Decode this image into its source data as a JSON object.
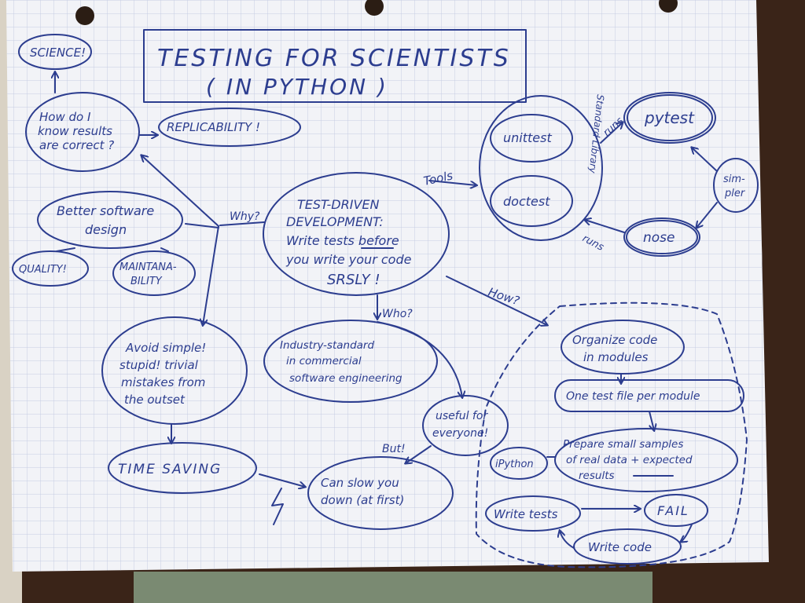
{
  "title": {
    "line1": "TESTING FOR SCIENTISTS",
    "line2": "( IN PYTHON )"
  },
  "nodes": {
    "tdd": [
      "TEST-DRIVEN",
      "DEVELOPMENT:",
      "Write tests before",
      "you write your code",
      "SRSLY !"
    ],
    "science": "SCIENCE!",
    "how_know": [
      "How do I",
      "know results",
      "are correct ?"
    ],
    "replicability": "REPLICABILITY !",
    "better_design": [
      "Better software",
      "design"
    ],
    "quality": "QUALITY!",
    "maintainability": [
      "MAINTANA-",
      "BILITY"
    ],
    "avoid": [
      "Avoid simple!",
      "stupid! trivial",
      "mistakes from",
      "the outset"
    ],
    "time_saving": "TIME SAVING",
    "slow_down": [
      "Can slow you",
      "down (at first)"
    ],
    "useful": [
      "useful for",
      "everyone!"
    ],
    "industry": [
      "Industry-standard",
      "in commercial",
      "software engineering"
    ],
    "unittest": "unittest",
    "doctest": "doctest",
    "pytest": "pytest",
    "nose": "nose",
    "simpler": [
      "sim-",
      "pler"
    ],
    "organize": [
      "Organize code",
      "in modules"
    ],
    "one_test": "One test file per module",
    "prepare": [
      "Prepare small samples",
      "of real data + expected",
      "results"
    ],
    "ipython": "iPython",
    "write_tests": "Write tests",
    "fail": "FAIL",
    "write_code": "Write code"
  },
  "labels": {
    "why": "Why?",
    "tools": "Tools",
    "how": "How?",
    "who": "Who?",
    "but": "But!",
    "runs1": "runs",
    "runs2": "runs",
    "standard_library": "Standard Library"
  },
  "colors": {
    "ink": "#2c3d8f",
    "paper": "#f2f3f7",
    "grid": "#c6cde3",
    "background": "#3a2418"
  }
}
